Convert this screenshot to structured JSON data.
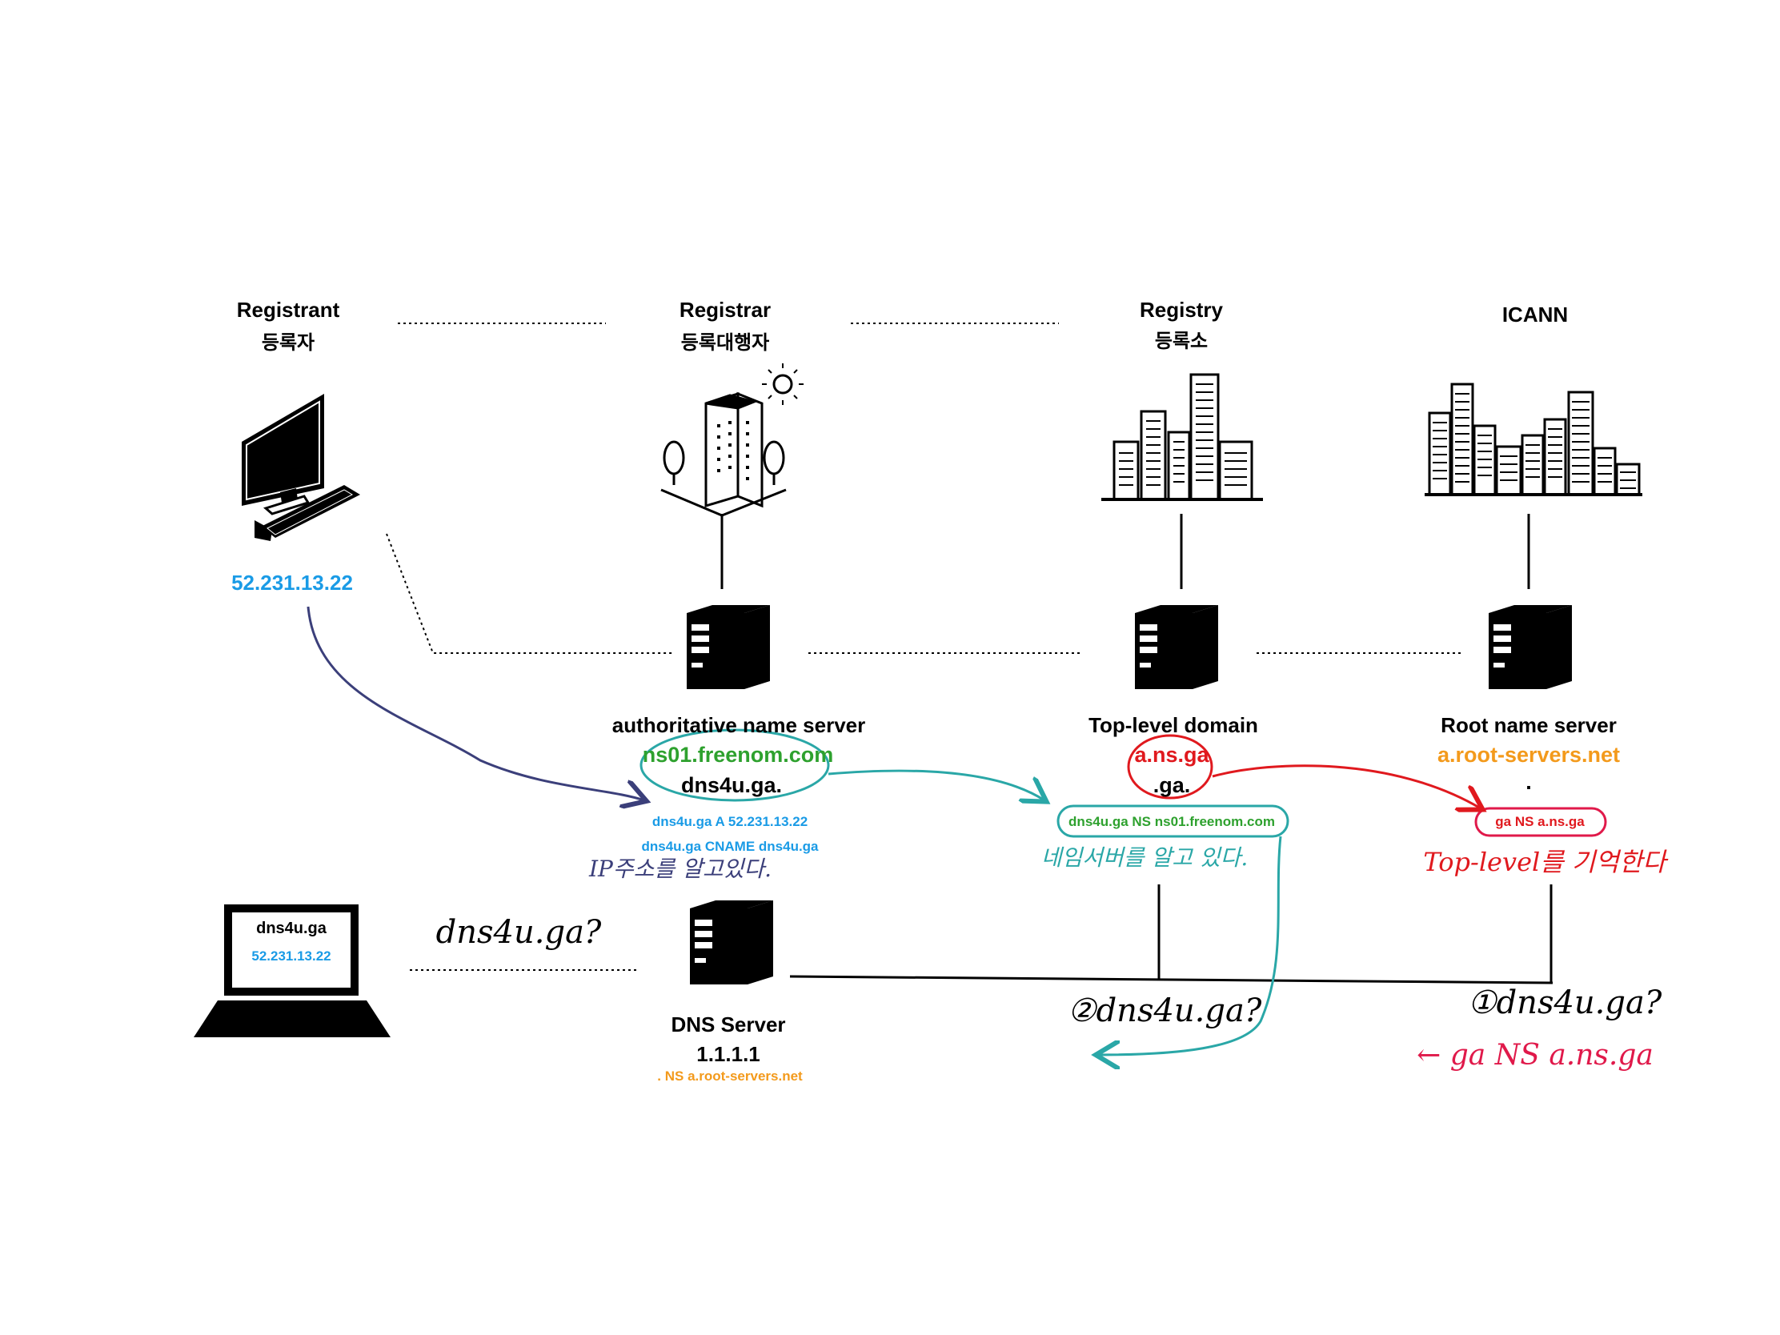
{
  "roles": {
    "registrant": {
      "en": "Registrant",
      "ko": "등록자",
      "ip": "52.231.13.22"
    },
    "registrar": {
      "en": "Registrar",
      "ko": "등록대행자"
    },
    "registry": {
      "en": "Registry",
      "ko": "등록소"
    },
    "icann": {
      "en": "ICANN"
    }
  },
  "servers": {
    "authoritative": {
      "title": "authoritative name server",
      "ns": "ns01.freenom.com",
      "zone": "dns4u.ga.",
      "records": [
        "dns4u.ga A 52.231.13.22",
        "dns4u.ga CNAME dns4u.ga"
      ],
      "note": "IP주소를 알고있다."
    },
    "tld": {
      "title": "Top-level domain",
      "ns": "a.ns.ga",
      "zone": ".ga.",
      "record": "dns4u.ga  NS  ns01.freenom.com",
      "note": "네임서버를 알고 있다."
    },
    "root": {
      "title": "Root name server",
      "ns": "a.root-servers.net",
      "zone": ".",
      "record": "ga  NS  a.ns.ga",
      "note": "Top-level를 기억한다"
    },
    "dns": {
      "title": "DNS Server",
      "ip": "1.1.1.1",
      "record": ".  NS  a.root-servers.net"
    }
  },
  "client": {
    "domain": "dns4u.ga",
    "ip": "52.231.13.22",
    "query": "dns4u.ga?"
  },
  "steps": {
    "step1": "①dns4u.ga?",
    "step1_reply": "← ga NS a.ns.ga",
    "step2": "②dns4u.ga?"
  },
  "colors": {
    "blue": "#1a9be6",
    "green": "#2ea12e",
    "red": "#e0191e",
    "orange": "#f39a1c",
    "navy": "#3b3f7a",
    "teal": "#2aa7a7",
    "crimson": "#e0194a"
  }
}
